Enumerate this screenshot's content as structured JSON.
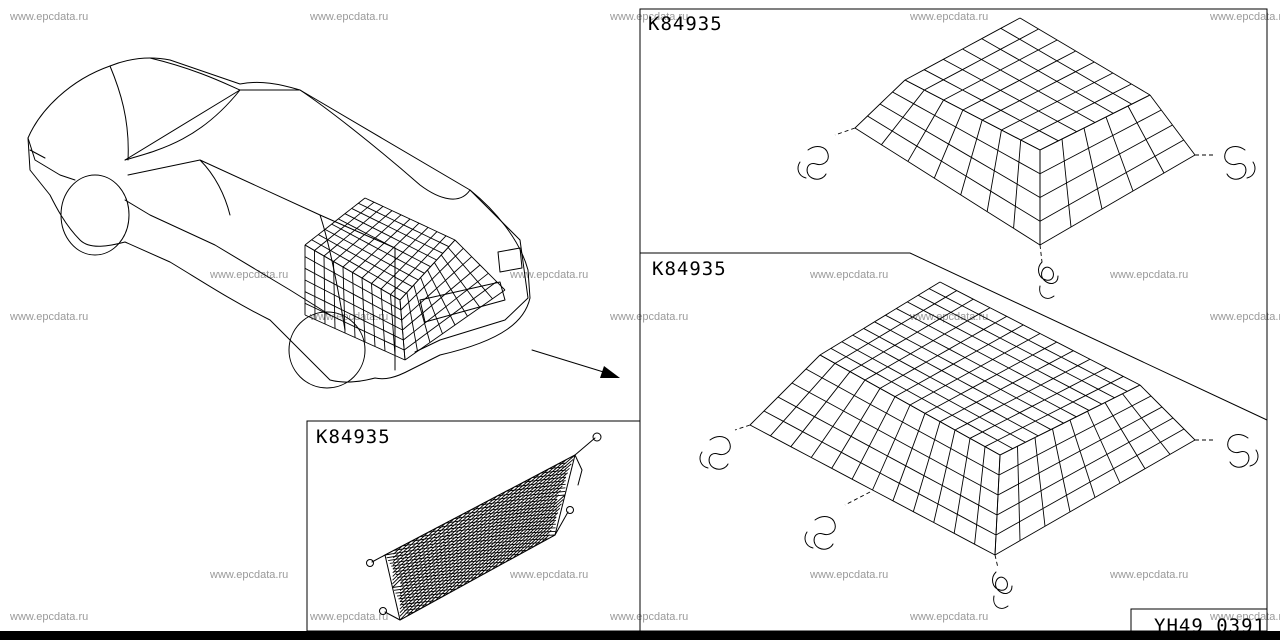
{
  "diagram": {
    "part_code_top_right": "K84935",
    "part_code_middle_right": "K84935",
    "part_code_bottom_left": "K84935",
    "drawing_id": "YH49 0391",
    "watermark": "www.epcdata.ru"
  },
  "colors": {
    "line": "#000000",
    "watermark": "#9a9a9a",
    "background": "#ffffff"
  }
}
